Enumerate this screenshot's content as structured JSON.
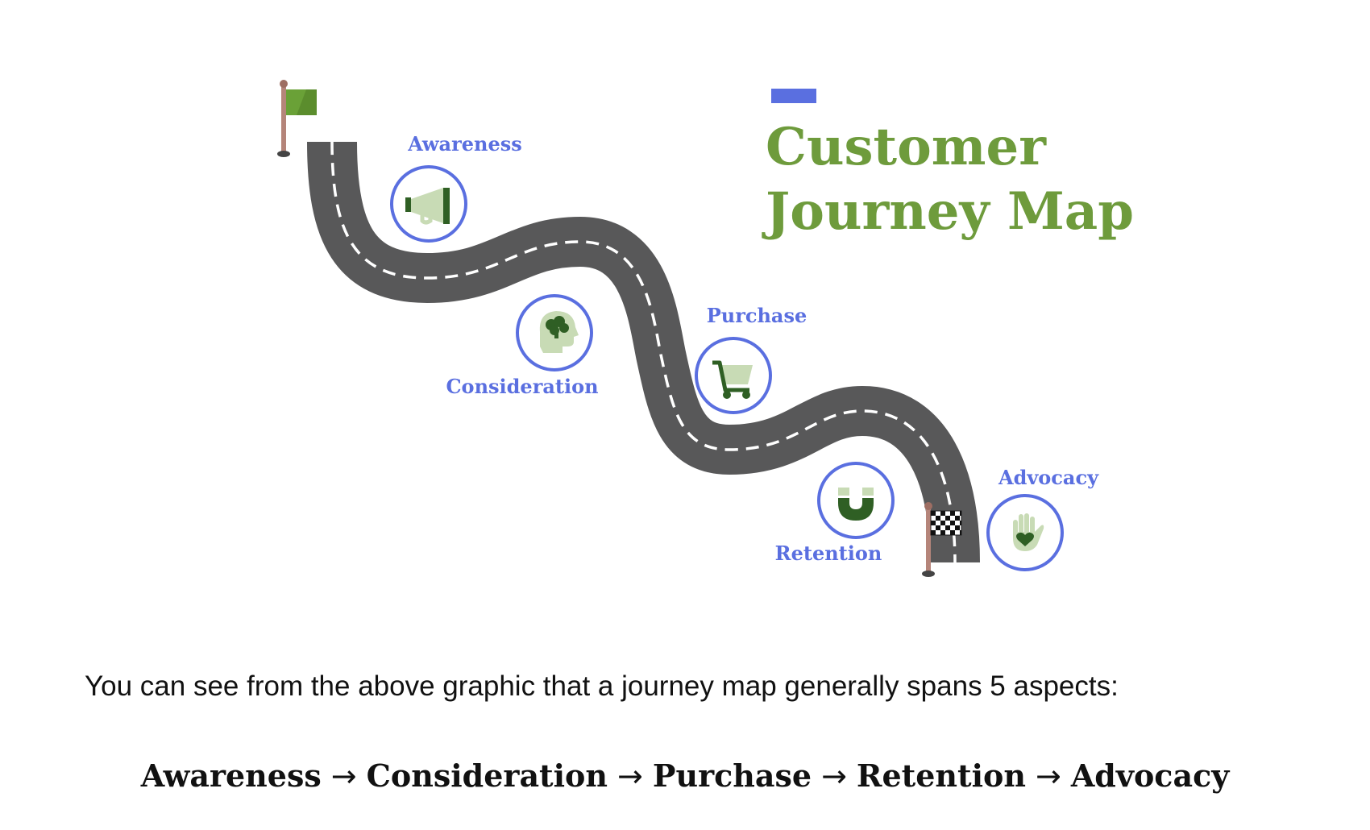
{
  "title": {
    "line1": "Customer",
    "line2": "Journey Map"
  },
  "stages": [
    {
      "label": "Awareness",
      "icon": "megaphone-icon"
    },
    {
      "label": "Consideration",
      "icon": "head-brain-icon"
    },
    {
      "label": "Purchase",
      "icon": "shopping-cart-icon"
    },
    {
      "label": "Retention",
      "icon": "magnet-icon"
    },
    {
      "label": "Advocacy",
      "icon": "hand-heart-icon"
    }
  ],
  "markers": {
    "start": "start-flag-icon",
    "finish": "checkered-flag-icon"
  },
  "colors": {
    "road": "#585859",
    "road_dash": "#ffffff",
    "accent_blue": "#5a6fe0",
    "title_green": "#6e9b3c",
    "icon_dark_green": "#2f5f24",
    "icon_light_green": "#c8dbb5",
    "flag_green": "#6aa137",
    "flag_pole": "#b5857a"
  },
  "body": {
    "intro": "You can see from the above graphic that a journey map generally spans 5 aspects:",
    "sequence": [
      "Awareness",
      "Consideration",
      "Purchase",
      "Retention",
      "Advocacy"
    ],
    "separator": "→"
  }
}
